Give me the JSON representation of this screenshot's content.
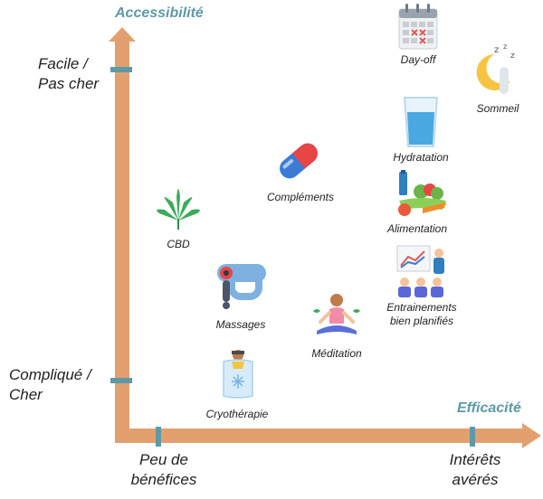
{
  "axes": {
    "y_title": "Accessibilité",
    "x_title": "Efficacité",
    "y_top_line1": "Facile /",
    "y_top_line2": "Pas cher",
    "y_bottom_line1": "Compliqué /",
    "y_bottom_line2": "Cher",
    "x_left_line1": "Peu de",
    "x_left_line2": "bénéfices",
    "x_right_line1": "Intérêts",
    "x_right_line2": "avérés"
  },
  "items": {
    "day_off": "Day-off",
    "sommeil": "Sommeil",
    "hydratation": "Hydratation",
    "complements": "Compléments",
    "alimentation": "Alimentation",
    "cbd": "CBD",
    "massages": "Massages",
    "entrainements_line1": "Entrainements",
    "entrainements_line2": "bien planifiés",
    "meditation": "Méditation",
    "cryotherapie": "Cryothérapie"
  },
  "colors": {
    "axis": "#e3a06f",
    "tick": "#5e9aa6",
    "title": "#5e9aa6"
  },
  "icons": [
    "calendar-icon",
    "moon-sleep-icon",
    "water-glass-icon",
    "pill-capsule-icon",
    "vegetables-icon",
    "cannabis-leaf-icon",
    "massage-gun-icon",
    "training-presentation-icon",
    "meditation-person-icon",
    "cryo-chamber-icon"
  ]
}
